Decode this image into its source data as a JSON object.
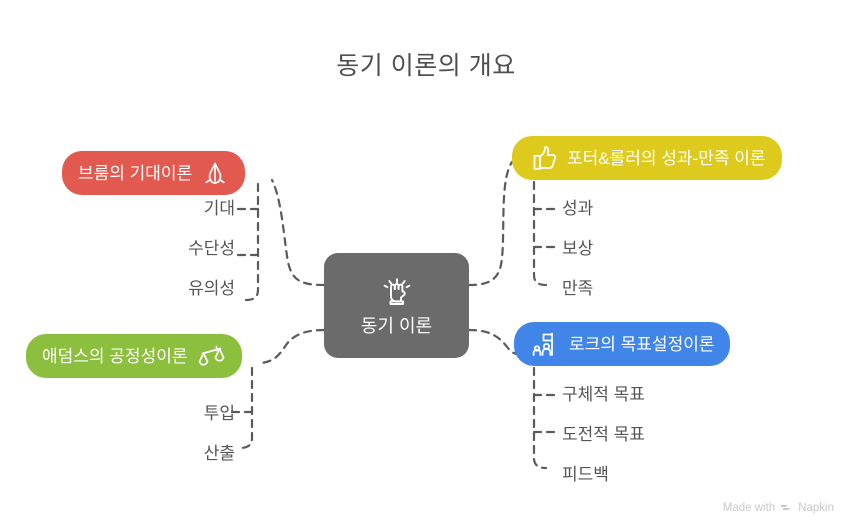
{
  "page": {
    "title": "동기 이론의 개요",
    "background": "#ffffff"
  },
  "center": {
    "label": "동기 이론",
    "icon": "raised-fist-icon",
    "color": "#6b6b6b",
    "text_color": "#ffffff"
  },
  "branches": [
    {
      "id": "vroom",
      "label": "브룸의 기대이론",
      "icon": "praying-hands-icon",
      "icon_side": "right",
      "color": "#e25a4f",
      "align": "right",
      "items": [
        "기대",
        "수단성",
        "유의성"
      ]
    },
    {
      "id": "adams",
      "label": "애덤스의 공정성이론",
      "icon": "balance-scale-icon",
      "icon_side": "right",
      "color": "#8dbf3f",
      "align": "right",
      "items": [
        "투입",
        "산출"
      ]
    },
    {
      "id": "porter",
      "label": "포터&롤러의 성과-만족 이론",
      "icon": "thumbs-up-icon",
      "icon_side": "left",
      "color": "#ddca1c",
      "align": "left",
      "items": [
        "성과",
        "보상",
        "만족"
      ]
    },
    {
      "id": "locke",
      "label": "로크의 목표설정이론",
      "icon": "goal-flag-people-icon",
      "icon_side": "left",
      "color": "#4285e8",
      "align": "left",
      "items": [
        "구체적 목표",
        "도전적 목표",
        "피드백"
      ]
    }
  ],
  "watermark": {
    "prefix": "Made with",
    "brand": "Napkin",
    "color": "#c9c9c9"
  },
  "connector": {
    "color": "#5a5a5a",
    "style": "dashed"
  }
}
